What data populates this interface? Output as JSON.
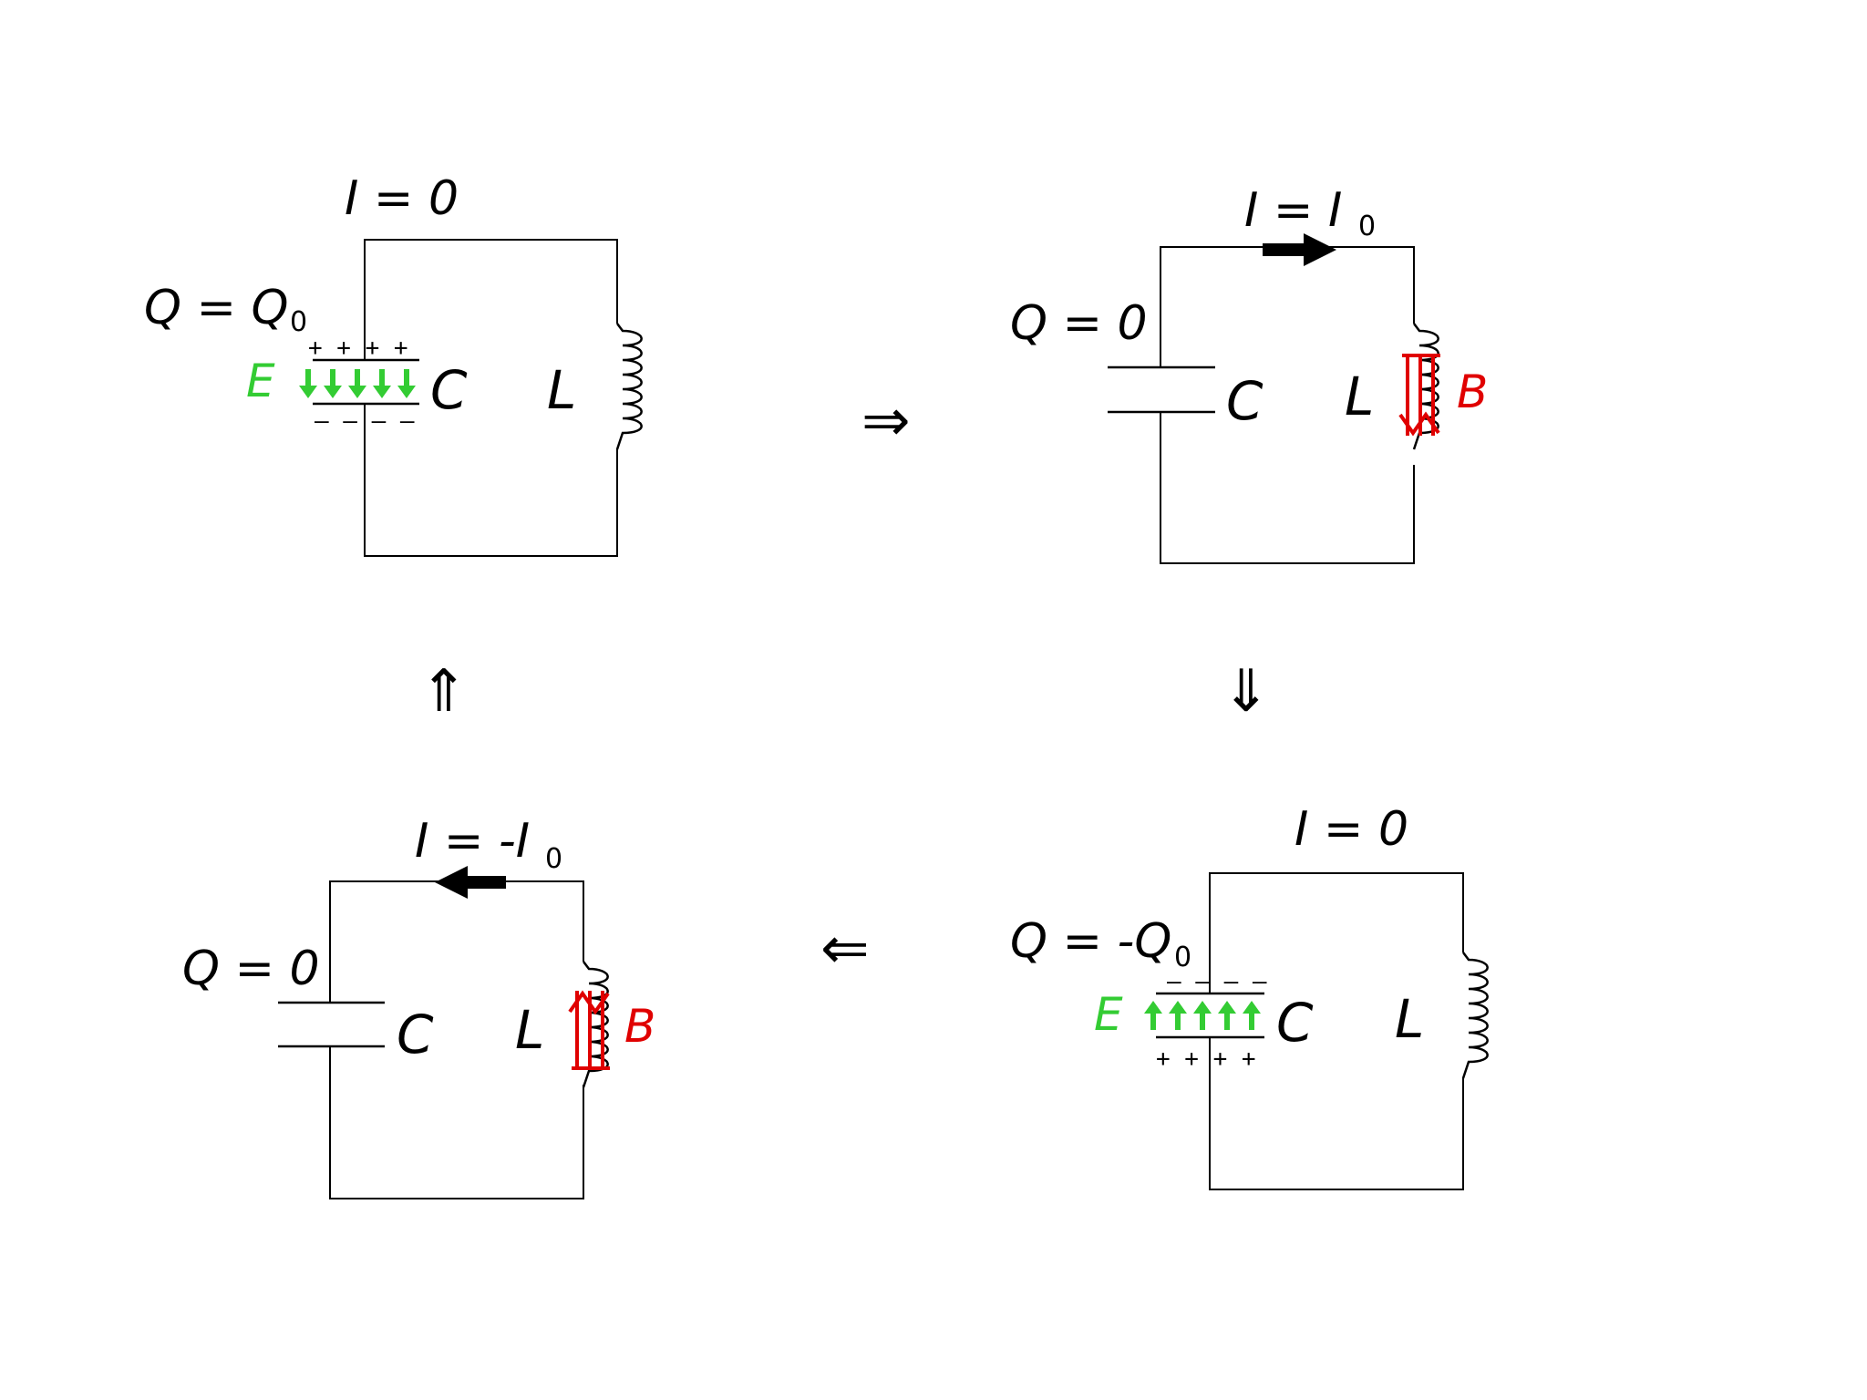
{
  "circuits": [
    {
      "id": "top-left",
      "current_label": "I = 0",
      "charge_label": "Q = Q",
      "charge_sub": "0",
      "capacitor_label": "C",
      "inductor_label": "L",
      "efield_label": "E",
      "top_plate_signs": "+ + + +",
      "bottom_plate_signs": "– – – –"
    },
    {
      "id": "top-right",
      "current_label": "I = I",
      "current_sub": "0",
      "charge_label": "Q = 0",
      "capacitor_label": "C",
      "inductor_label": "L",
      "bfield_label": "B"
    },
    {
      "id": "bottom-right",
      "current_label": "I = 0",
      "charge_label": "Q = -Q",
      "charge_sub": "0",
      "capacitor_label": "C",
      "inductor_label": "L",
      "efield_label": "E",
      "top_plate_signs": "– – – –",
      "bottom_plate_signs": "+ + + +"
    },
    {
      "id": "bottom-left",
      "current_label": "I = -I",
      "current_sub": "0",
      "charge_label": "Q = 0",
      "capacitor_label": "C",
      "inductor_label": "L",
      "bfield_label": "B"
    }
  ],
  "arrows": {
    "right": "⇒",
    "down": "⇓",
    "left": "⇐",
    "up": "⇑"
  },
  "colors": {
    "efield": "#33cc33",
    "bfield": "#e00000",
    "wire": "#000000"
  }
}
